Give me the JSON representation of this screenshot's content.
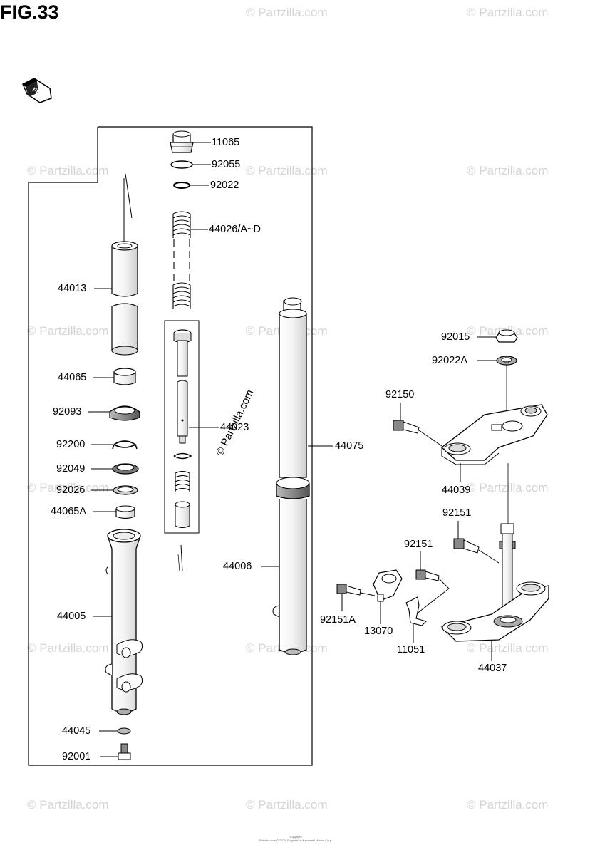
{
  "figure": {
    "title": "FIG.33"
  },
  "watermark": "© Partzilla.com",
  "footer": {
    "line1": "Copyright",
    "line2": "Partzilla.com © 2024. Diagram by Kawasaki Motors Corp."
  },
  "parts": {
    "p11065": "11065",
    "p92055": "92055",
    "p92022": "92022",
    "p44026": "44026/A~D",
    "p44013": "44013",
    "p44065": "44065",
    "p92093": "92093",
    "p92200": "92200",
    "p92049": "92049",
    "p92026": "92026",
    "p44065A": "44065A",
    "p44005": "44005",
    "p44045": "44045",
    "p92001": "92001",
    "p44023": "44023",
    "p44075": "44075",
    "p44006": "44006",
    "p92015": "92015",
    "p92022A": "92022A",
    "p92150": "92150",
    "p44039": "44039",
    "p92151a": "92151",
    "p92151b": "92151",
    "p92151A": "92151A",
    "p13070": "13070",
    "p11051": "11051",
    "p44037": "44037"
  }
}
